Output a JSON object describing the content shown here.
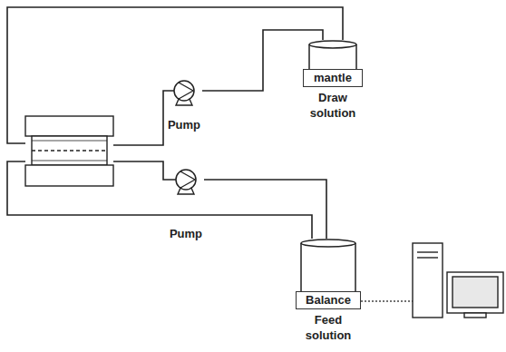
{
  "diagram": {
    "nodes": [
      {
        "text": [
          "mantle",
          "Draw solution"
        ]
      },
      {
        "text": [
          "Pump"
        ]
      },
      {
        "text": [
          "Pump"
        ]
      },
      {
        "text": [
          "Balance",
          "Feed solution"
        ]
      }
    ],
    "edges": [
      {
        "from": 1,
        "to": 0,
        "arrow": "none"
      },
      {
        "from": 2,
        "to": 3,
        "arrow": "none"
      }
    ]
  }
}
